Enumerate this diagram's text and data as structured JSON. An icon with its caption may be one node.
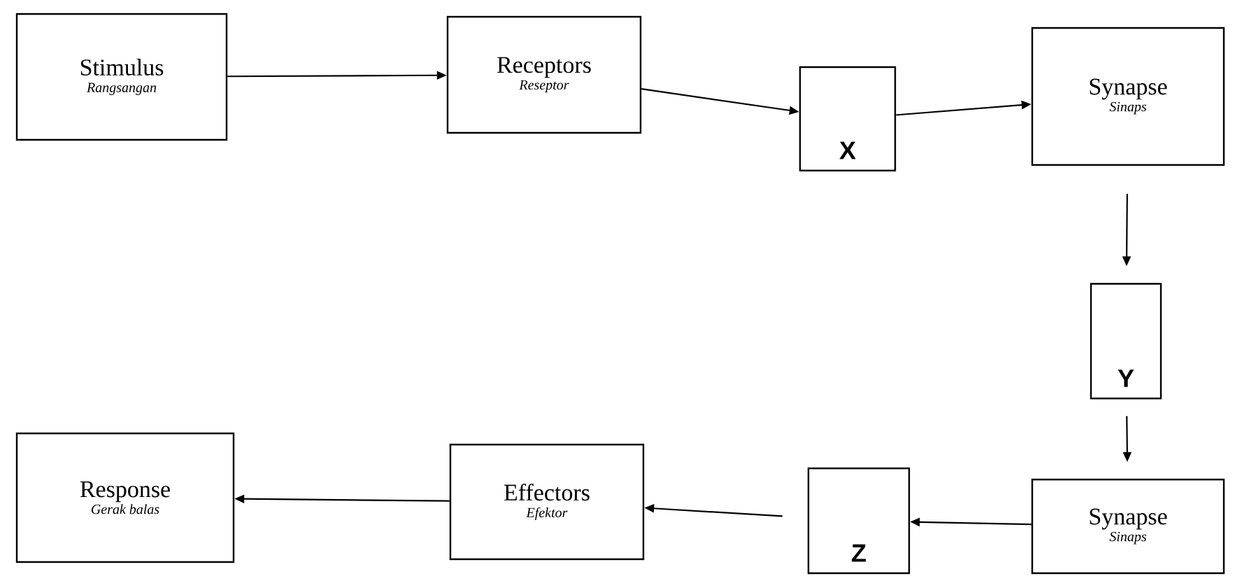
{
  "diagram": {
    "nodes": [
      {
        "text": [
          "Stimulus",
          "Rangsangan"
        ]
      },
      {
        "text": [
          "Receptors",
          "Reseptor"
        ]
      },
      {
        "text": [
          "X"
        ]
      },
      {
        "text": [
          "Synapse",
          "Sinaps"
        ]
      },
      {
        "text": [
          "Y"
        ]
      },
      {
        "text": [
          "Synapse",
          "Sinaps"
        ]
      },
      {
        "text": [
          "Z"
        ]
      },
      {
        "text": [
          "Effectors",
          "Efektor"
        ]
      },
      {
        "text": [
          "Response",
          "Gerak balas"
        ]
      }
    ],
    "edges": [
      {
        "from": 0,
        "to": 1,
        "arrow": "to"
      },
      {
        "from": 1,
        "to": 2,
        "arrow": "to"
      },
      {
        "from": 2,
        "to": 3,
        "arrow": "to"
      },
      {
        "from": 3,
        "to": 4,
        "arrow": "to"
      },
      {
        "from": 4,
        "to": 5,
        "arrow": "to"
      },
      {
        "from": 5,
        "to": 6,
        "arrow": "to"
      },
      {
        "from": 6,
        "to": 7,
        "arrow": "to"
      },
      {
        "from": 7,
        "to": 8,
        "arrow": "to"
      }
    ]
  }
}
